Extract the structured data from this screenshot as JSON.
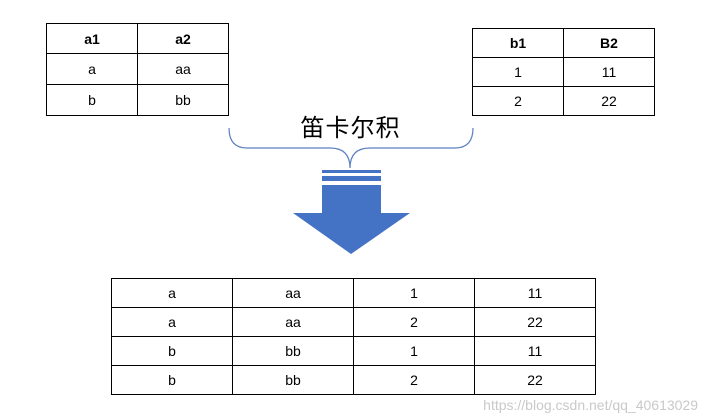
{
  "table_a": {
    "headers": [
      "a1",
      "a2"
    ],
    "rows": [
      [
        "a",
        "aa"
      ],
      [
        "b",
        "bb"
      ]
    ]
  },
  "table_b": {
    "headers": [
      "b1",
      "B2"
    ],
    "rows": [
      [
        "1",
        "11"
      ],
      [
        "2",
        "22"
      ]
    ]
  },
  "operation_label": "笛卡尔积",
  "result_table": {
    "rows": [
      [
        "a",
        "aa",
        "1",
        "11"
      ],
      [
        "a",
        "aa",
        "2",
        "22"
      ],
      [
        "b",
        "bb",
        "1",
        "11"
      ],
      [
        "b",
        "bb",
        "2",
        "22"
      ]
    ]
  },
  "watermark": "https://blog.csdn.net/qq_40613029",
  "colors": {
    "arrow": "#4472c4",
    "brace": "#5b7fc2"
  }
}
